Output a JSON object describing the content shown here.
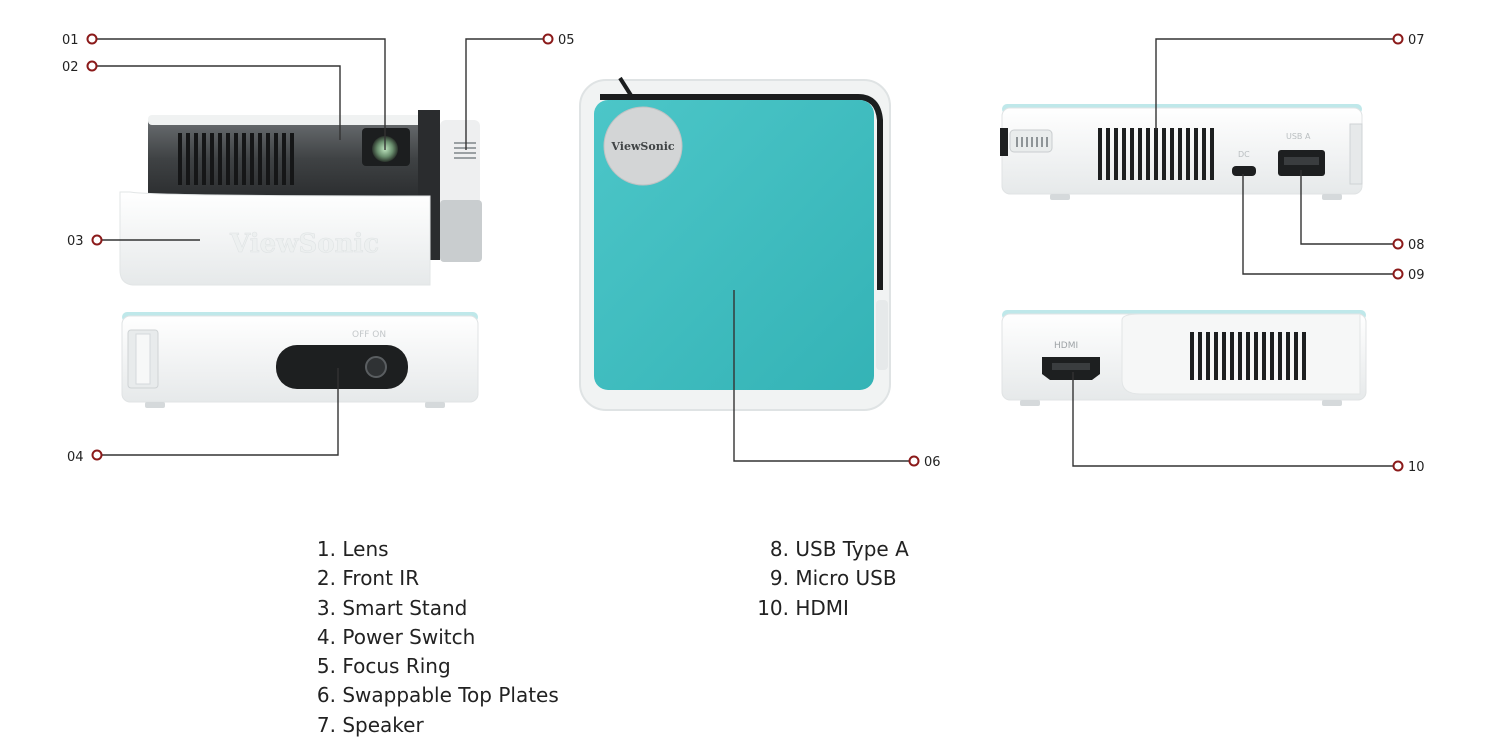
{
  "brand": {
    "logo_text": "ViewSonic"
  },
  "colors": {
    "teal": "#3fbfc2",
    "marker": "#8b1a1a",
    "line": "#333333",
    "body": "#f4f6f6"
  },
  "port_labels": {
    "usb_a": "USB A",
    "dc": "DC",
    "hdmi": "HDMI",
    "power": "OFF ON"
  },
  "callouts": [
    "01",
    "02",
    "03",
    "04",
    "05",
    "06",
    "07",
    "08",
    "09",
    "10"
  ],
  "legend": {
    "left": [
      {
        "num": "1.",
        "text": "Lens"
      },
      {
        "num": "2.",
        "text": "Front IR"
      },
      {
        "num": "3.",
        "text": "Smart Stand"
      },
      {
        "num": "4.",
        "text": "Power Switch"
      },
      {
        "num": "5.",
        "text": "Focus Ring"
      },
      {
        "num": "6.",
        "text": "Swappable Top Plates"
      },
      {
        "num": "7.",
        "text": "Speaker"
      }
    ],
    "right": [
      {
        "num": "8.",
        "text": "USB Type A"
      },
      {
        "num": "9.",
        "text": "Micro USB"
      },
      {
        "num": "10.",
        "text": "HDMI"
      }
    ]
  }
}
